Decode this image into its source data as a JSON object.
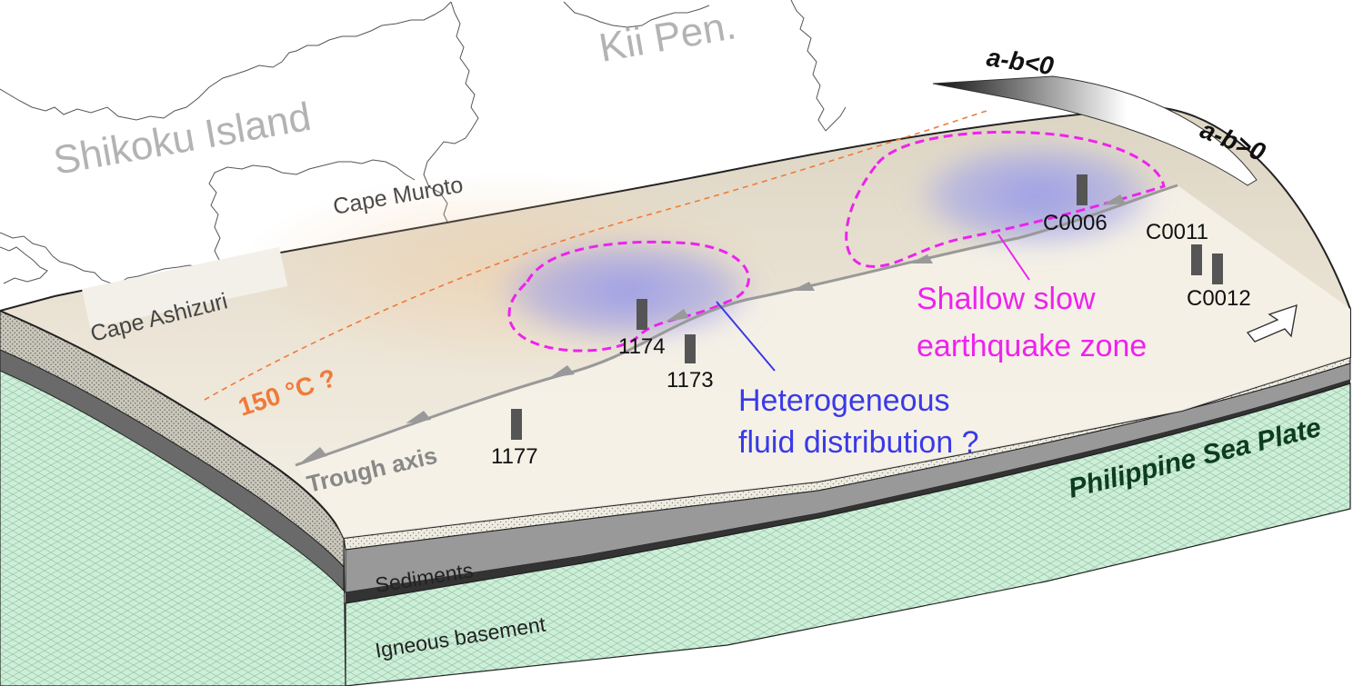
{
  "labels": {
    "kii_pen": "Kii Pen.",
    "shikoku_island": "Shikoku Island",
    "cape_muroto": "Cape Muroto",
    "cape_ashizuri": "Cape Ashizuri",
    "temp_150": "150 °C ?",
    "trough_axis": "Trough axis",
    "hetero_line1": "Heterogeneous",
    "hetero_line2": "fluid distribution ?",
    "slow_line1": "Shallow slow",
    "slow_line2": "earthquake zone",
    "philippine_sea_plate": "Philippine Sea Plate",
    "sediments": "Sediments",
    "igneous_basement": "Igneous basement",
    "ab_negative": "a-b<0",
    "ab_positive": "a-b>0"
  },
  "sites": [
    {
      "id": "1177"
    },
    {
      "id": "1174"
    },
    {
      "id": "1173"
    },
    {
      "id": "C0006"
    },
    {
      "id": "C0011"
    },
    {
      "id": "C0012"
    }
  ],
  "colors": {
    "hetero_text": "#3a3ae8",
    "slow_text": "#ee22ee",
    "temperature": "#f07a3a",
    "land_text": "#b3b3b3",
    "plate_text": "#0d3d1e",
    "basement_fill": "#cfeed9",
    "sediment_band": "#999999",
    "site_marker": "#555555"
  }
}
